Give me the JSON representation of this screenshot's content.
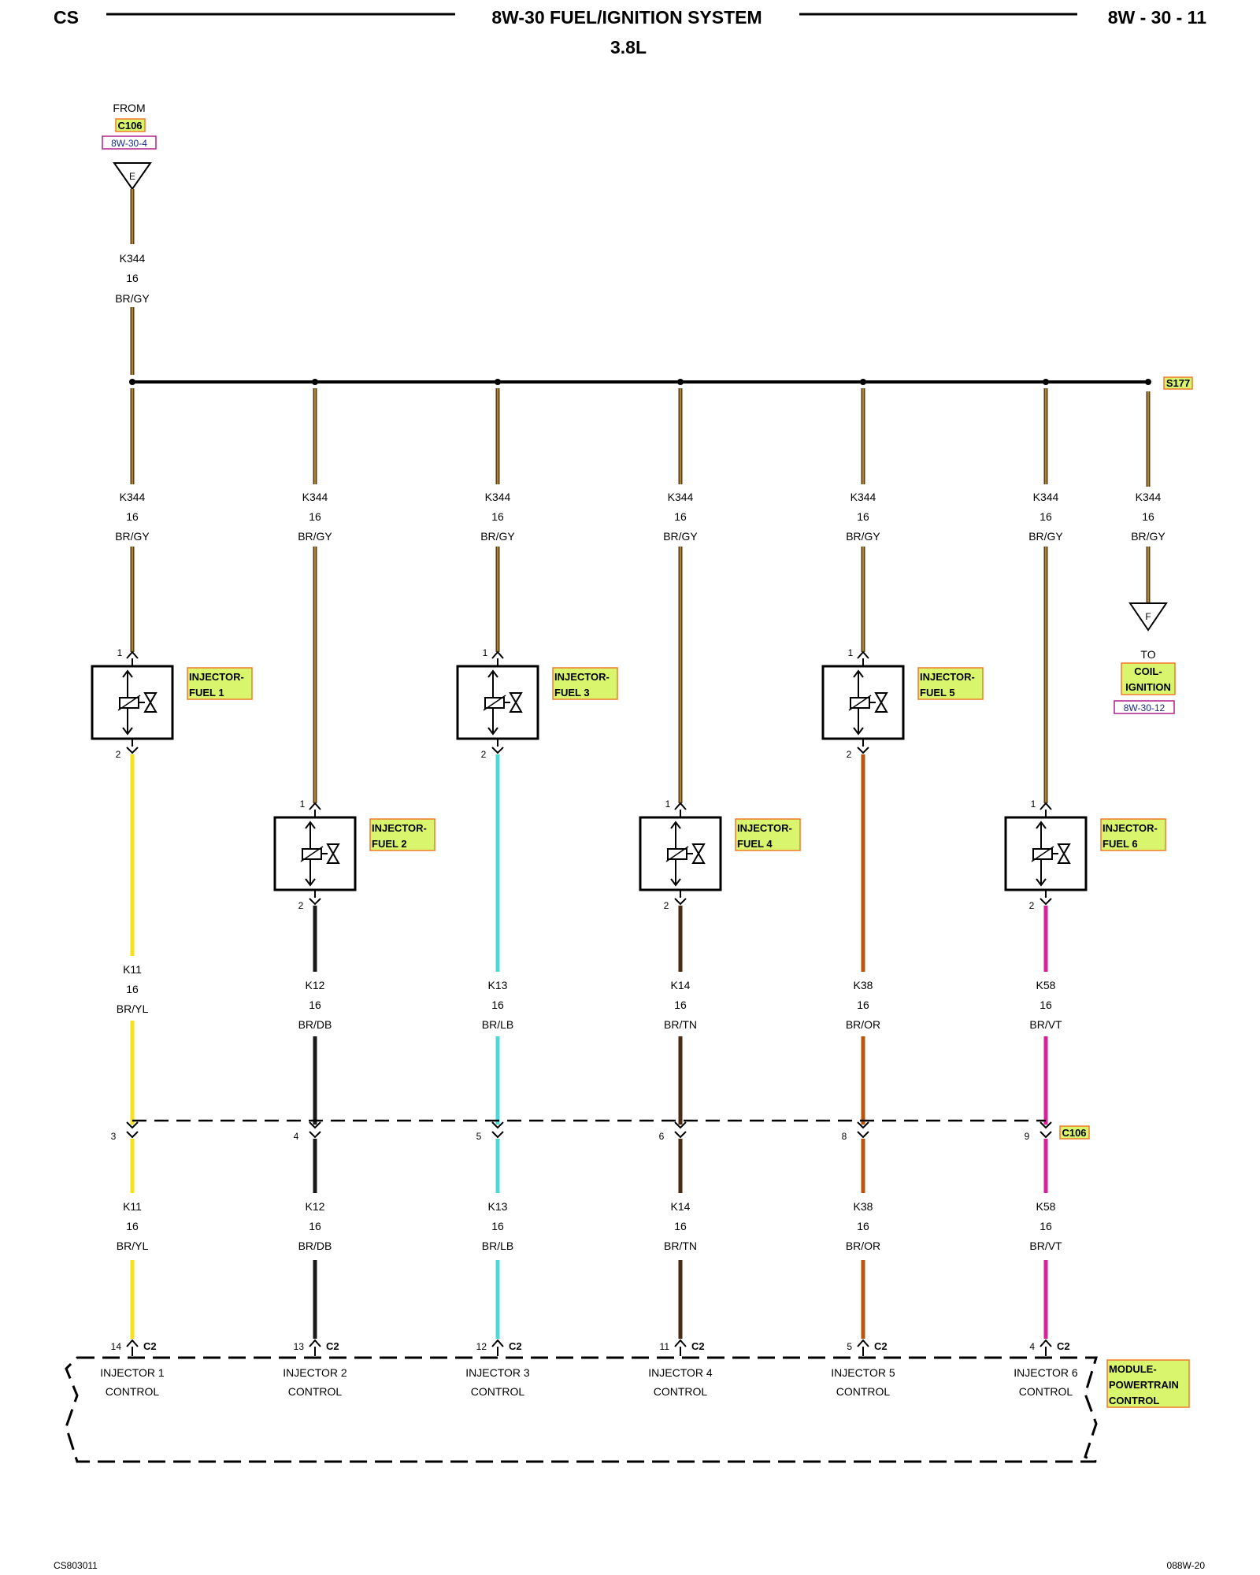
{
  "header": {
    "left_code": "CS",
    "title": "8W-30 FUEL/IGNITION SYSTEM",
    "subtitle": "3.8L",
    "page_number": "8W - 30 - 11"
  },
  "footer": {
    "left_code": "CS803011",
    "right_code": "088W-20"
  },
  "source": {
    "direction": "FROM",
    "connector": "C106",
    "page_ref": "8W-30-4",
    "terminal_letter": "E",
    "wire": {
      "circuit": "K344",
      "gauge": "16",
      "color": "BR/GY"
    }
  },
  "splice": {
    "label": "S177"
  },
  "destination": {
    "direction": "TO",
    "name_line1": "COIL-",
    "name_line2": "IGNITION",
    "page_ref": "8W-30-12",
    "terminal_letter": "F",
    "wire": {
      "circuit": "K344",
      "gauge": "16",
      "color": "BR/GY"
    }
  },
  "inline_connector": {
    "label": "C106"
  },
  "pcm": {
    "connector": "C2",
    "name_line1": "MODULE-",
    "name_line2": "POWERTRAIN",
    "name_line3": "CONTROL"
  },
  "injectors": [
    {
      "name_line1": "INJECTOR-",
      "name_line2": "FUEL 1",
      "pin_in": "1",
      "pin_out": "2",
      "feed": {
        "circuit": "K344",
        "gauge": "16",
        "color": "BR/GY"
      },
      "control": {
        "circuit": "K11",
        "gauge": "16",
        "color": "BR/YL"
      },
      "c106_pin": "3",
      "pcm_pin": "14",
      "pcm_label_line1": "INJECTOR 1",
      "pcm_label_line2": "CONTROL",
      "trace_color": "#f7e21a"
    },
    {
      "name_line1": "INJECTOR-",
      "name_line2": "FUEL 2",
      "pin_in": "1",
      "pin_out": "2",
      "feed": {
        "circuit": "K344",
        "gauge": "16",
        "color": "BR/GY"
      },
      "control": {
        "circuit": "K12",
        "gauge": "16",
        "color": "BR/DB"
      },
      "c106_pin": "4",
      "pcm_pin": "13",
      "pcm_label_line1": "INJECTOR 2",
      "pcm_label_line2": "CONTROL",
      "trace_color": "#1a1a1a"
    },
    {
      "name_line1": "INJECTOR-",
      "name_line2": "FUEL 3",
      "pin_in": "1",
      "pin_out": "2",
      "feed": {
        "circuit": "K344",
        "gauge": "16",
        "color": "BR/GY"
      },
      "control": {
        "circuit": "K13",
        "gauge": "16",
        "color": "BR/LB"
      },
      "c106_pin": "5",
      "pcm_pin": "12",
      "pcm_label_line1": "INJECTOR 3",
      "pcm_label_line2": "CONTROL",
      "trace_color": "#4fd8d8"
    },
    {
      "name_line1": "INJECTOR-",
      "name_line2": "FUEL 4",
      "pin_in": "1",
      "pin_out": "2",
      "feed": {
        "circuit": "K344",
        "gauge": "16",
        "color": "BR/GY"
      },
      "control": {
        "circuit": "K14",
        "gauge": "16",
        "color": "BR/TN"
      },
      "c106_pin": "6",
      "pcm_pin": "11",
      "pcm_label_line1": "INJECTOR 4",
      "pcm_label_line2": "CONTROL",
      "trace_color": "#4a2a12"
    },
    {
      "name_line1": "INJECTOR-",
      "name_line2": "FUEL 5",
      "pin_in": "1",
      "pin_out": "2",
      "feed": {
        "circuit": "K344",
        "gauge": "16",
        "color": "BR/GY"
      },
      "control": {
        "circuit": "K38",
        "gauge": "16",
        "color": "BR/OR"
      },
      "c106_pin": "8",
      "pcm_pin": "5",
      "pcm_label_line1": "INJECTOR 5",
      "pcm_label_line2": "CONTROL",
      "trace_color": "#b8560e"
    },
    {
      "name_line1": "INJECTOR-",
      "name_line2": "FUEL 6",
      "pin_in": "1",
      "pin_out": "2",
      "feed": {
        "circuit": "K344",
        "gauge": "16",
        "color": "BR/GY"
      },
      "control": {
        "circuit": "K58",
        "gauge": "16",
        "color": "BR/VT"
      },
      "c106_pin": "9",
      "pcm_pin": "4",
      "pcm_label_line1": "INJECTOR 6",
      "pcm_label_line2": "CONTROL",
      "trace_color": "#d6219a"
    }
  ],
  "colors": {
    "feed_wire": "#5a3a10",
    "feed_wire_core": "#c8a046",
    "highlight_fill": "#d9f56e",
    "highlight_border": "#f07a2a",
    "ref_border": "#b0208a",
    "ref_text": "#1a2a8a"
  }
}
